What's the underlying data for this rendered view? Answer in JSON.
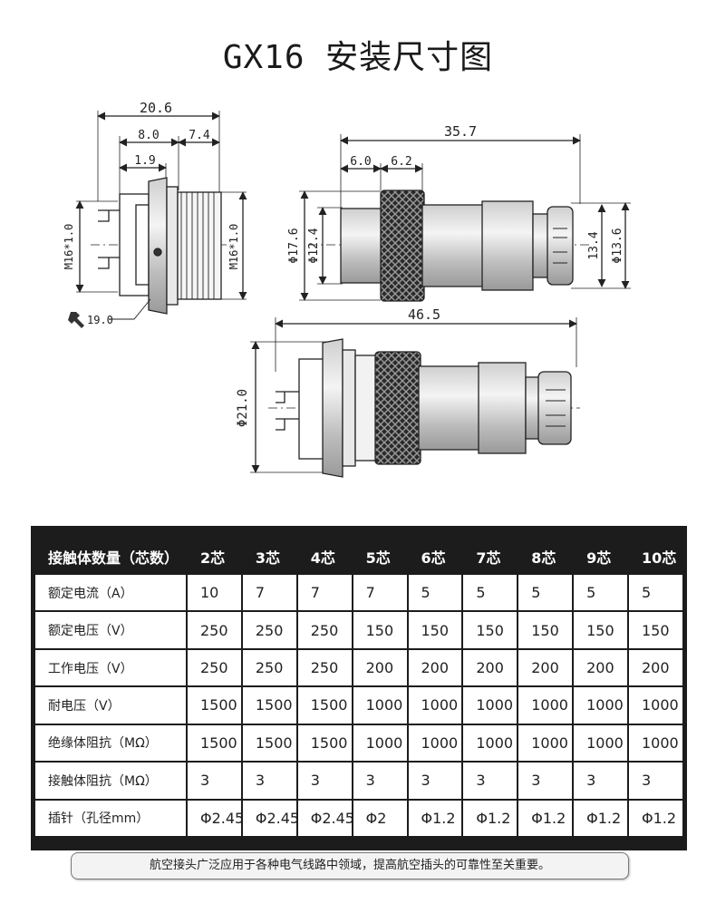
{
  "title": "GX16 安装尺寸图",
  "dimensions": {
    "socket": {
      "width_total": "20.6",
      "seg_a": "8.0",
      "seg_b": "7.4",
      "flange": "1.9",
      "thread_left": "M16*1.0",
      "thread_right": "M16*1.0",
      "wrench": "19.0"
    },
    "plug": {
      "length": "35.7",
      "seg_a": "6.0",
      "seg_b": "6.2",
      "dia_outer": "Φ17.6",
      "dia_inner": "Φ12.4",
      "dia_tail_a": "13.4",
      "dia_tail_b": "Φ13.6"
    },
    "assembly": {
      "length": "46.5",
      "dia": "Φ21.0"
    }
  },
  "spec_table": {
    "header": [
      "接触体数量（芯数）",
      "2芯",
      "3芯",
      "4芯",
      "5芯",
      "6芯",
      "7芯",
      "8芯",
      "9芯",
      "10芯"
    ],
    "rows": [
      [
        "额定电流（A）",
        "10",
        "7",
        "7",
        "7",
        "5",
        "5",
        "5",
        "5",
        "5"
      ],
      [
        "额定电压（V）",
        "250",
        "250",
        "250",
        "150",
        "150",
        "150",
        "150",
        "150",
        "150"
      ],
      [
        "工作电压（V）",
        "250",
        "250",
        "250",
        "200",
        "200",
        "200",
        "200",
        "200",
        "200"
      ],
      [
        "耐电压（V）",
        "1500",
        "1500",
        "1500",
        "1000",
        "1000",
        "1000",
        "1000",
        "1000",
        "1000"
      ],
      [
        "绝缘体阻抗（MΩ）",
        "1500",
        "1500",
        "1500",
        "1000",
        "1000",
        "1000",
        "1000",
        "1000",
        "1000"
      ],
      [
        "接触体阻抗（MΩ）",
        "3",
        "3",
        "3",
        "3",
        "3",
        "3",
        "3",
        "3",
        "3"
      ],
      [
        "插针（孔径mm）",
        "Φ2.45",
        "Φ2.45",
        "Φ2.45",
        "Φ2",
        "Φ1.2",
        "Φ1.2",
        "Φ1.2",
        "Φ1.2",
        "Φ1.2"
      ]
    ]
  },
  "footer_note": "航空接头广泛应用于各种电气线路中领域，提高航空插头的可靠性至关重要。"
}
